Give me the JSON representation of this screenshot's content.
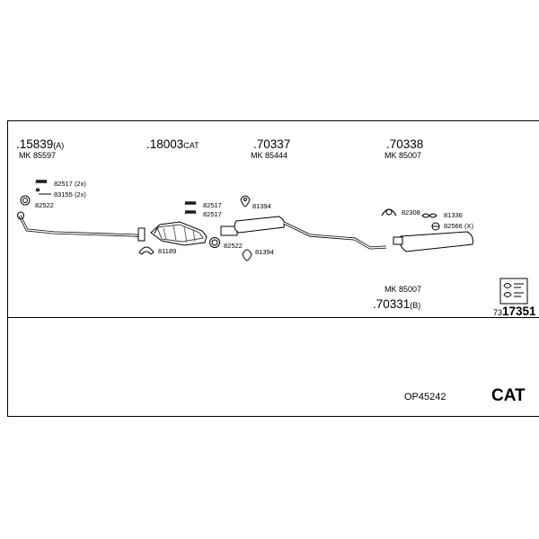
{
  "groups": [
    {
      "part": ".15839",
      "suffix": "(A)",
      "mk": "MK 85597"
    },
    {
      "part": ".18003",
      "suffix": "CAT",
      "mk": ""
    },
    {
      "part": ".70337",
      "suffix": "",
      "mk": "MK 85444"
    },
    {
      "part": ".70338",
      "suffix": "",
      "mk": "MK 85007"
    }
  ],
  "parts": {
    "p82517_2x": "82517 (2x)",
    "p83155_2x": "83155 (2x)",
    "p82522_a": "82522",
    "p81189": "81189",
    "p82517_a": "82517",
    "p82517_b": "82517",
    "p81394_a": "81394",
    "p82522_b": "82522",
    "p81394_b": "81394",
    "p82308": "82308",
    "p81336": "81336",
    "p82566_x": "82566 (X)"
  },
  "rear_group": {
    "mk": "MK 85007",
    "part": ".70331",
    "suffix": "(B)"
  },
  "code": {
    "prefix": "73",
    "number": "17351"
  },
  "footer": {
    "kit_code": "OP45242",
    "cat_label": "CAT"
  }
}
